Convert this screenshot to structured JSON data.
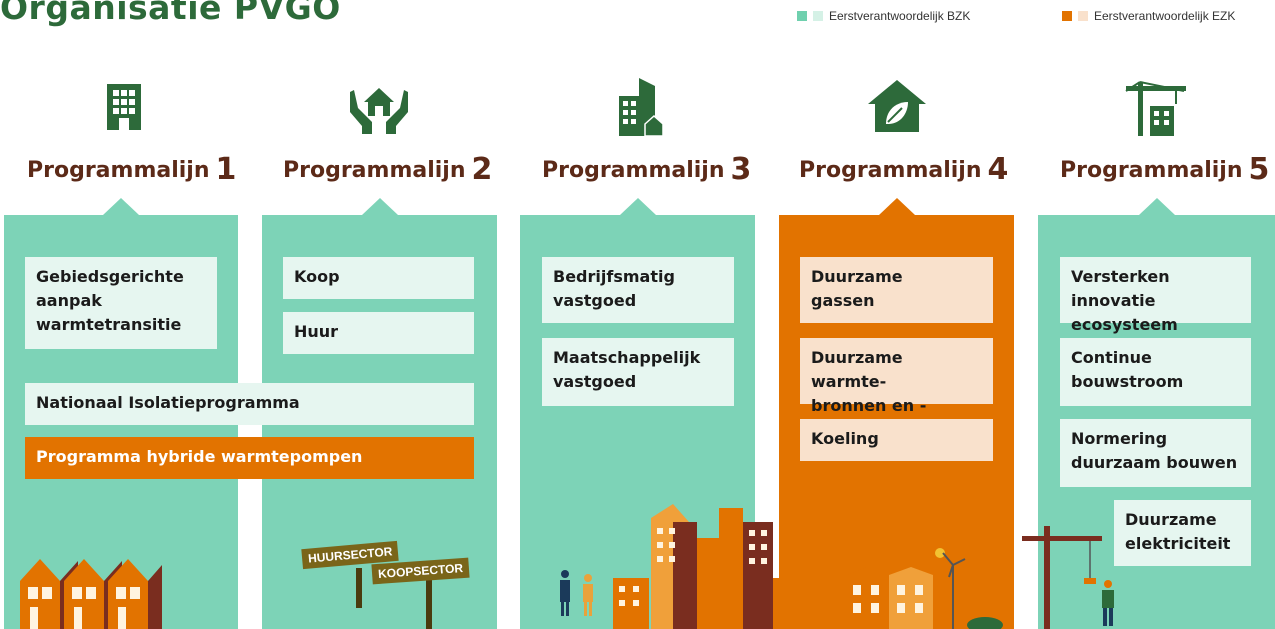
{
  "title": "Organisatie PVGO",
  "legend": [
    {
      "label": "Eerstverantwoordelijk BZK",
      "color": "#6fd0ae",
      "light": "#d5f1e6"
    },
    {
      "label": "Eerstverantwoordelijk EZK",
      "color": "#e27300",
      "light": "#f9e1cc"
    }
  ],
  "programmes": [
    {
      "label": "Programmalijn",
      "number": "1",
      "icon": "office-building-icon"
    },
    {
      "label": "Programmalijn",
      "number": "2",
      "icon": "hands-house-icon"
    },
    {
      "label": "Programmalijn",
      "number": "3",
      "icon": "city-buildings-icon"
    },
    {
      "label": "Programmalijn",
      "number": "4",
      "icon": "leaf-house-icon"
    },
    {
      "label": "Programmalijn",
      "number": "5",
      "icon": "construction-crane-icon"
    }
  ],
  "panel1": {
    "items": [
      "Gebiedsgerichte\naanpak\nwarmtetransitie"
    ]
  },
  "panel2": {
    "items": [
      "Koop",
      "Huur"
    ]
  },
  "shared": {
    "isolatie": "Nationaal Isolatieprogramma",
    "hybride": "Programma hybride warmtepompen"
  },
  "panel3": {
    "items": [
      "Bedrijfsmatig\nvastgoed",
      "Maatschappelijk\nvastgoed"
    ]
  },
  "panel4": {
    "items": [
      "Duurzame\ngassen",
      "Duurzame warmte-\nbronnen en -netten",
      "Koeling"
    ]
  },
  "panel5": {
    "items": [
      "Versterken innovatie\necosysteem",
      "Continue\nbouwstroom",
      "Normering\nduurzaam bouwen",
      "Duurzame\nelektriciteit"
    ]
  },
  "signs": {
    "huur": "HUURSECTOR",
    "koop": "KOOPSECTOR"
  }
}
